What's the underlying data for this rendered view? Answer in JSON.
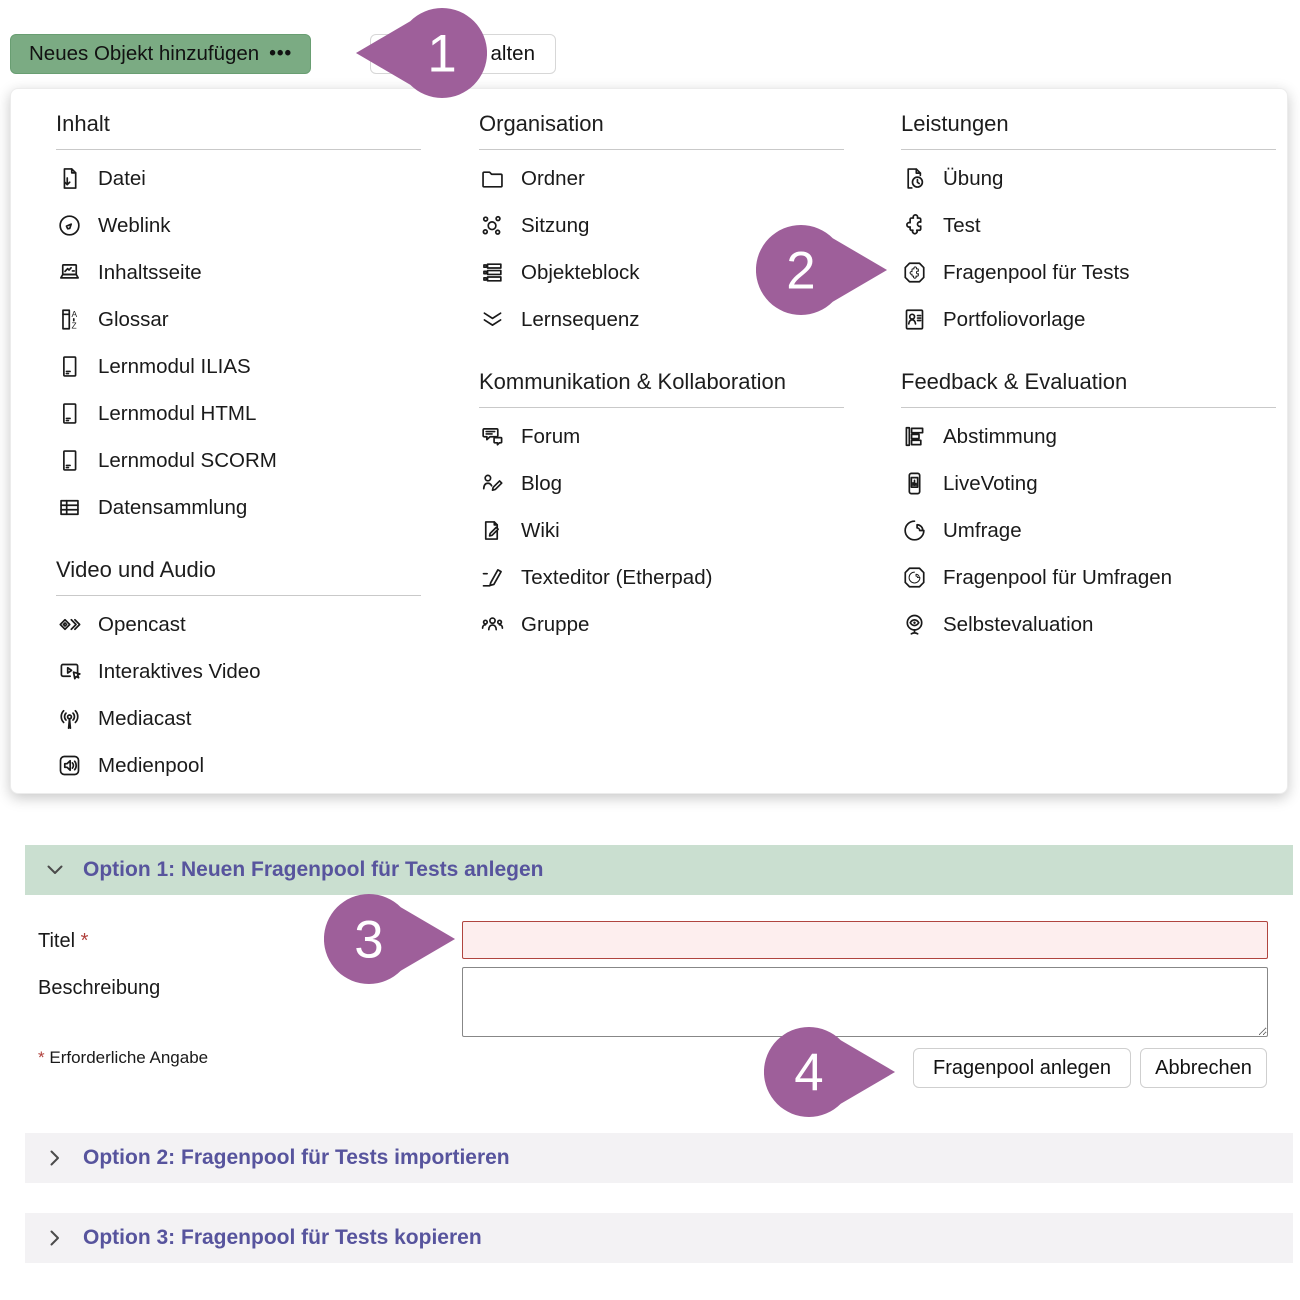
{
  "toolbar": {
    "add_button_label": "Neues Objekt hinzufügen",
    "add_button_dots": "•••",
    "overlapped_button_visible_text": "alten"
  },
  "menu": {
    "columns": [
      {
        "sections": [
          {
            "title": "Inhalt",
            "items": [
              {
                "icon": "file-download-icon",
                "label": "Datei"
              },
              {
                "icon": "globe-icon",
                "label": "Weblink"
              },
              {
                "icon": "laptop-page-icon",
                "label": "Inhaltsseite"
              },
              {
                "icon": "glossary-az-icon",
                "label": "Glossar"
              },
              {
                "icon": "learning-module-icon",
                "label": "Lernmodul ILIAS"
              },
              {
                "icon": "learning-module-icon",
                "label": "Lernmodul HTML"
              },
              {
                "icon": "learning-module-icon",
                "label": "Lernmodul SCORM"
              },
              {
                "icon": "table-icon",
                "label": "Datensammlung"
              }
            ]
          },
          {
            "title": "Video und Audio",
            "items": [
              {
                "icon": "opencast-icon",
                "label": "Opencast"
              },
              {
                "icon": "interactive-video-icon",
                "label": "Interaktives Video"
              },
              {
                "icon": "broadcast-antenna-icon",
                "label": "Mediacast"
              },
              {
                "icon": "speaker-icon",
                "label": "Medienpool"
              }
            ]
          }
        ]
      },
      {
        "sections": [
          {
            "title": "Organisation",
            "items": [
              {
                "icon": "folder-icon",
                "label": "Ordner"
              },
              {
                "icon": "session-circles-icon",
                "label": "Sitzung"
              },
              {
                "icon": "item-block-icon",
                "label": "Objekteblock"
              },
              {
                "icon": "double-chevron-down-icon",
                "label": "Lernsequenz"
              }
            ]
          },
          {
            "title": "Kommunikation & Kollabo­ration",
            "items": [
              {
                "icon": "forum-bubbles-icon",
                "label": "Forum"
              },
              {
                "icon": "person-pencil-icon",
                "label": "Blog"
              },
              {
                "icon": "page-pencil-icon",
                "label": "Wiki"
              },
              {
                "icon": "pencil-line-icon",
                "label": "Texteditor (Etherpad)"
              },
              {
                "icon": "group-icon",
                "label": "Gruppe"
              }
            ]
          }
        ]
      },
      {
        "sections": [
          {
            "title": "Leistungen",
            "items": [
              {
                "icon": "file-clock-icon",
                "label": "Übung"
              },
              {
                "icon": "puzzle-icon",
                "label": "Test"
              },
              {
                "icon": "puzzle-badge-icon",
                "label": "Fragenpool für Tests"
              },
              {
                "icon": "id-card-icon",
                "label": "Portfoliovorlage"
              }
            ]
          },
          {
            "title": "Feedback & Evaluation",
            "items": [
              {
                "icon": "bar-chart-icon",
                "label": "Abstimmung"
              },
              {
                "icon": "phone-chart-icon",
                "label": "LiveVoting"
              },
              {
                "icon": "pie-chart-icon",
                "label": "Umfrage"
              },
              {
                "icon": "pie-badge-icon",
                "label": "Fragenpool für Umfragen"
              },
              {
                "icon": "eye-mirror-icon",
                "label": "Selbstevaluation"
              }
            ]
          }
        ]
      }
    ]
  },
  "markers": [
    "1",
    "2",
    "3",
    "4"
  ],
  "option1": {
    "title": "Option 1: Neuen Fragenpool für Tests anlegen",
    "title_field_label": "Titel",
    "required_mark": "*",
    "title_value": "",
    "description_label": "Beschreibung",
    "description_value": "",
    "required_note": "Erforderliche Angabe",
    "submit_label": "Fragenpool anlegen",
    "cancel_label": "Abbrechen"
  },
  "option2": {
    "title": "Option 2: Fragenpool für Tests importieren"
  },
  "option3": {
    "title": "Option 3: Fragenpool für Tests kopieren"
  },
  "colors": {
    "accent_green": "#7bab83",
    "section_header_green": "#cadfd0",
    "collapsed_header_gray": "#f3f2f4",
    "option_title_purple": "#57549d",
    "marker_purple": "#9e5f9a",
    "required_red": "#b0403c",
    "error_border": "#b0453f",
    "error_bg": "#fdeeee"
  }
}
